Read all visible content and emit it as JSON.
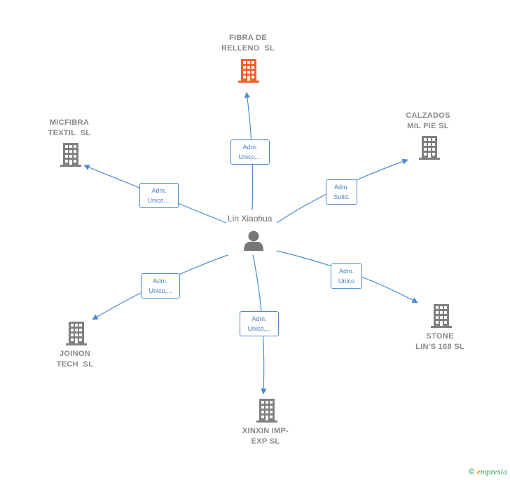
{
  "center": {
    "name": "Lin Xiaohua"
  },
  "companies": [
    {
      "id": "fibra",
      "name": "FIBRA DE\nRELLENO  SL",
      "highlight": true
    },
    {
      "id": "micfibra",
      "name": "MICFIBRA\nTEXTIL  SL",
      "highlight": false
    },
    {
      "id": "calzados",
      "name": "CALZADOS\nMIL PIE SL",
      "highlight": false
    },
    {
      "id": "joinon",
      "name": "JOINON\nTECH  SL",
      "highlight": false
    },
    {
      "id": "xinxin",
      "name": "XINXIN IMP-\nEXP SL",
      "highlight": false
    },
    {
      "id": "stone",
      "name": "STONE\nLIN'S 168 SL",
      "highlight": false
    }
  ],
  "edges": [
    {
      "target": "fibra",
      "role_line1": "Adm.",
      "role_line2": "Unico,..."
    },
    {
      "target": "micfibra",
      "role_line1": "Adm.",
      "role_line2": "Unico,..."
    },
    {
      "target": "calzados",
      "role_line1": "Adm.",
      "role_line2": "Solid."
    },
    {
      "target": "joinon",
      "role_line1": "Adm.",
      "role_line2": "Unico,..."
    },
    {
      "target": "xinxin",
      "role_line1": "Adm.",
      "role_line2": "Unico,..."
    },
    {
      "target": "stone",
      "role_line1": "Adm.",
      "role_line2": "Unico"
    }
  ],
  "colors": {
    "edge": "#4a8ad0",
    "building": "#808080",
    "highlight": "#f4622a",
    "person": "#777777"
  },
  "footer": {
    "copyright": "©",
    "brand_initial": "e",
    "brand_rest": "mpresia"
  }
}
